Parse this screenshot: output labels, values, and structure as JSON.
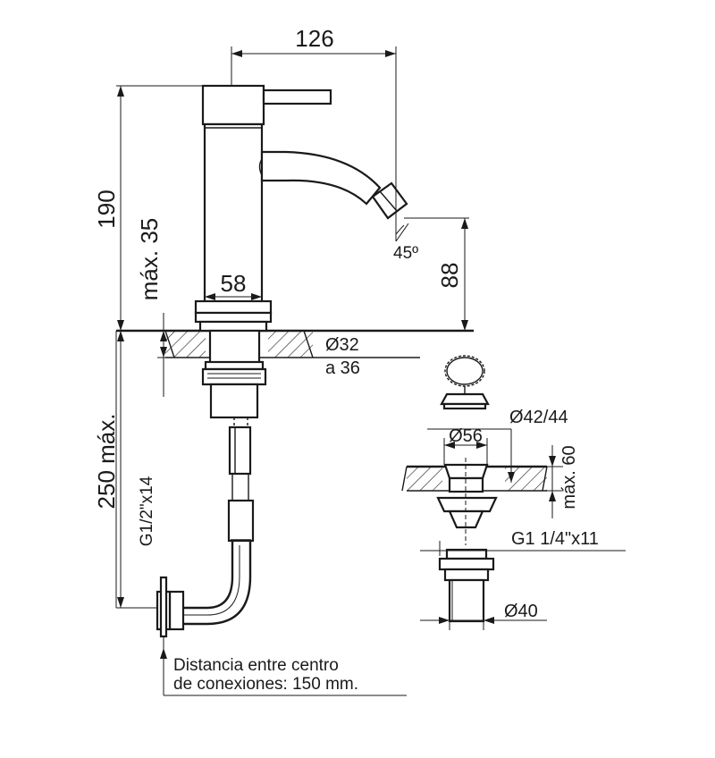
{
  "dimensions": {
    "total_height": "190",
    "spout_reach": "126",
    "max_deck_thickness": "máx. 35",
    "body_diameter": "58",
    "spout_height": "88",
    "spout_angle": "45º",
    "hole_diameter_line1": "Ø32",
    "hole_diameter_line2": "a 36",
    "max_hose_length": "250 máx.",
    "hose_thread": "G1/2\"x14",
    "waste_hole_diameter": "Ø42/44",
    "waste_flange_diameter": "Ø56",
    "waste_max_thickness": "máx. 60",
    "waste_thread": "G1 1/4\"x11",
    "waste_outlet_diameter": "Ø40"
  },
  "note": {
    "line1": "Distancia entre centro",
    "line2": "de conexiones: 150 mm."
  }
}
